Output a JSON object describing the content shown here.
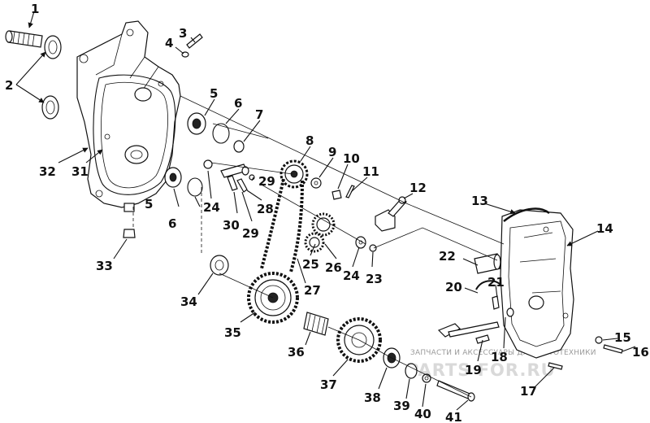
{
  "diagram": {
    "callouts": {
      "c1": "1",
      "c2": "2",
      "c3": "3",
      "c4": "4",
      "c5": "5",
      "c5b": "5",
      "c6": "6",
      "c6b": "6",
      "c7": "7",
      "c8": "8",
      "c9": "9",
      "c10": "10",
      "c11": "11",
      "c12": "12",
      "c13": "13",
      "c14": "14",
      "c15": "15",
      "c16": "16",
      "c17": "17",
      "c18": "18",
      "c19": "19",
      "c20": "20",
      "c21": "21",
      "c22": "22",
      "c23": "23",
      "c24": "24",
      "c24b": "24",
      "c25": "25",
      "c26": "26",
      "c27": "27",
      "c28": "28",
      "c29": "29",
      "c29b": "29",
      "c30": "30",
      "c31": "31",
      "c32": "32",
      "c33": "33",
      "c34": "34",
      "c35": "35",
      "c36": "36",
      "c37": "37",
      "c38": "38",
      "c39": "39",
      "c40": "40",
      "c41": "41"
    },
    "watermark": {
      "caption": "ЗАПЧАСТИ И АКСЕССУАРЫ ДЛЯ МОТОТЕХНИКИ",
      "logo": "PARTS FOR.RU"
    },
    "colors": {
      "ink": "#111111",
      "paper": "#ffffff",
      "watermark": "#d9d9d9"
    }
  }
}
